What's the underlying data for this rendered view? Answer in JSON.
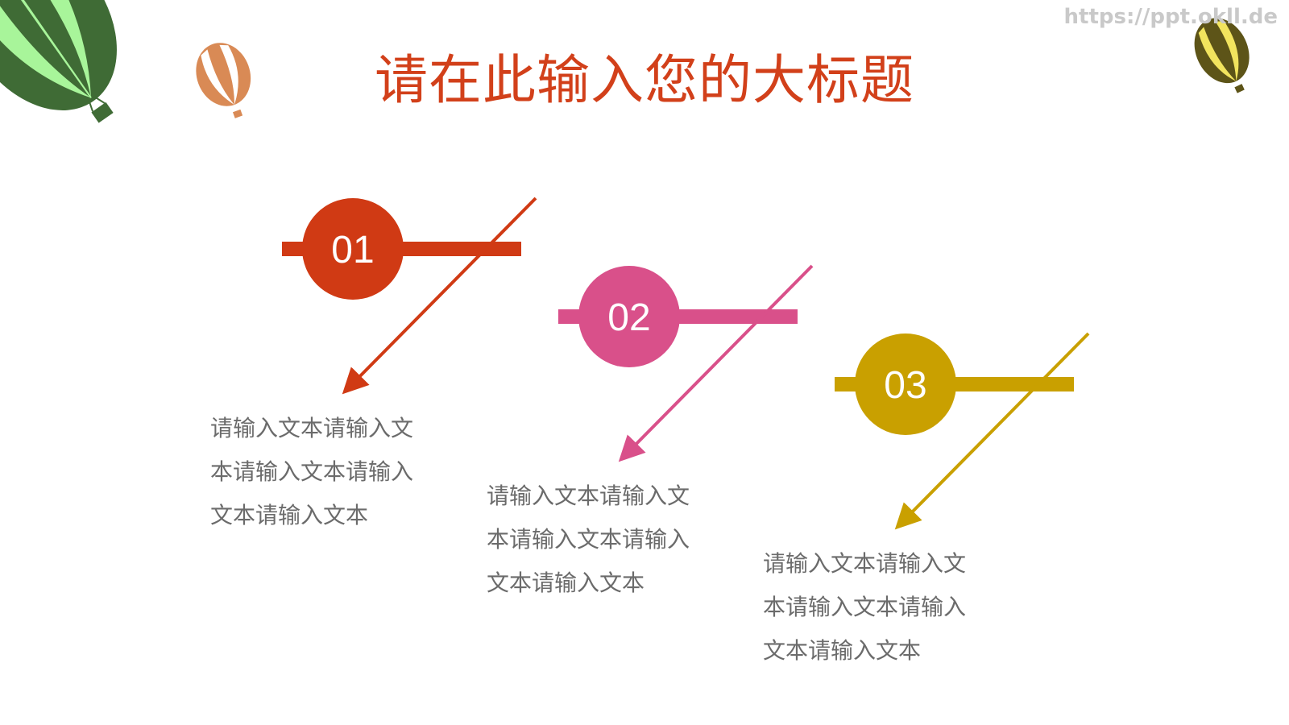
{
  "slide": {
    "title": "请在此输入您的大标题",
    "watermark": "https://ppt.okll.de",
    "items": [
      {
        "number": "01",
        "text": "请输入文本请输入文本请输入文本请输入文本请输入文本",
        "color": "#d03a14"
      },
      {
        "number": "02",
        "text": "请输入文本请输入文本请输入文本请输入文本请输入文本",
        "color": "#d9508a"
      },
      {
        "number": "03",
        "text": "请输入文本请输入文本请输入文本请输入文本请输入文本",
        "color": "#c9a000"
      }
    ],
    "decorations": [
      "balloon-green",
      "balloon-orange",
      "balloon-yellow"
    ]
  }
}
